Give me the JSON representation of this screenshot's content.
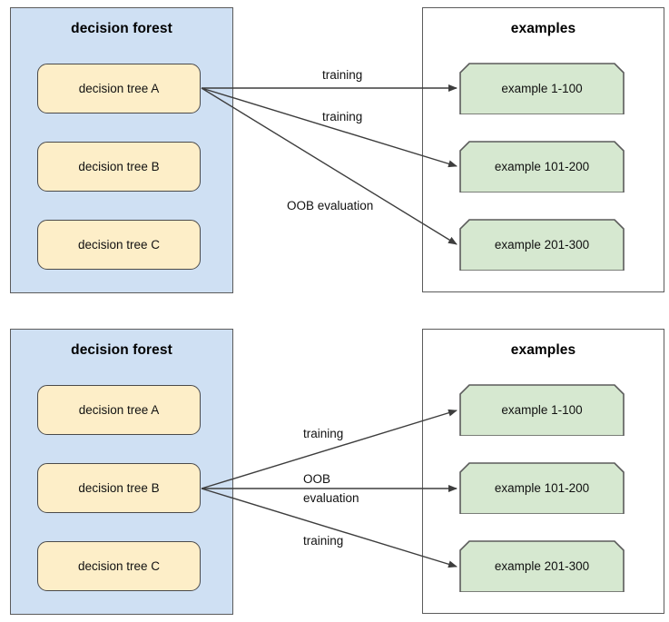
{
  "diagrams": [
    {
      "id": "oob-tree-a",
      "forest_panel": {
        "title": "decision forest"
      },
      "examples_panel": {
        "title": "examples"
      },
      "trees": [
        {
          "label": "decision tree A"
        },
        {
          "label": "decision tree B"
        },
        {
          "label": "decision tree C"
        }
      ],
      "examples": [
        {
          "label": "example 1-100"
        },
        {
          "label": "example 101-200"
        },
        {
          "label": "example 201-300"
        }
      ],
      "edges": [
        {
          "label": "training",
          "from": "decision tree A",
          "to": "example 1-100"
        },
        {
          "label": "training",
          "from": "decision tree A",
          "to": "example 101-200"
        },
        {
          "label": "OOB evaluation",
          "from": "decision tree A",
          "to": "example 201-300"
        }
      ]
    },
    {
      "id": "oob-tree-b",
      "forest_panel": {
        "title": "decision forest"
      },
      "examples_panel": {
        "title": "examples"
      },
      "trees": [
        {
          "label": "decision tree A"
        },
        {
          "label": "decision tree B"
        },
        {
          "label": "decision tree C"
        }
      ],
      "examples": [
        {
          "label": "example 1-100"
        },
        {
          "label": "example 101-200"
        },
        {
          "label": "example 201-300"
        }
      ],
      "edges": [
        {
          "label": "training",
          "from": "decision tree B",
          "to": "example 1-100"
        },
        {
          "label_line1": "OOB",
          "label_line2": "evaluation",
          "from": "decision tree B",
          "to": "example 101-200"
        },
        {
          "label": "training",
          "from": "decision tree B",
          "to": "example 201-300"
        }
      ]
    }
  ],
  "colors": {
    "forest_fill": "#cfe0f3",
    "panel_border": "#5b5b5b",
    "tree_fill": "#fdeec8",
    "tree_border": "#4a4a4a",
    "example_fill": "#d6e8d0",
    "example_border": "#5b5b5b",
    "arrow": "#3d3d3d",
    "background": "#ffffff"
  }
}
